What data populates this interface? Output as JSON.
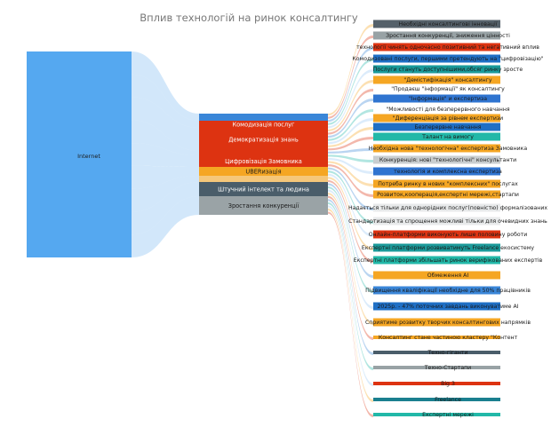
{
  "title": "Вплив технологій на ринок консалтингу",
  "source": {
    "label": "Internet",
    "color": "#55a8f0"
  },
  "middle": [
    {
      "label": "",
      "color": "#3a86d8"
    },
    {
      "label": "Комодизація послуг",
      "color": "#dd3311"
    },
    {
      "label": "Демократизація знань",
      "color": "#dd3311"
    },
    {
      "label": "",
      "color": "#dd3311"
    },
    {
      "label": "Цифровізація Замовника",
      "color": "#dd3311"
    },
    {
      "label": "UBERизація",
      "color": "#f5a623"
    },
    {
      "label": "",
      "color": "#f5c77a"
    },
    {
      "label": "Штучний інтелект та людина",
      "color": "#4a5d6a"
    },
    {
      "label": "Зростання конкуренції",
      "color": "#9aa3a6"
    }
  ],
  "targets": [
    {
      "label": "Необхідні консалтингові інновації",
      "color": "#55616a"
    },
    {
      "label": "Зростання конкуренції, зниження цінності",
      "color": "#98a2a5"
    },
    {
      "label": "технології чинять одночасно позитивний та негативний вплив",
      "color": "#dd3311"
    },
    {
      "label": "Комодизовані послуги, першими претендують на \"цифровізацію\"",
      "color": "#1f6fc5"
    },
    {
      "label": "Послуги стануть доступнішими,обсяг ринку зросте",
      "color": "#1a9a9a"
    },
    {
      "label": "\"Демістифікація\" консалтингу",
      "color": "#f5a623"
    },
    {
      "label": "\"Продаєш \"інформації\" як консалтингу",
      "color": "#ffffff"
    },
    {
      "label": "\"Інформація\" и експертиза",
      "color": "#2f74d0"
    },
    {
      "label": "\"Можливості для безперервного навчання",
      "color": "#ffffff"
    },
    {
      "label": "\"Диференціація за рівнем експертизи",
      "color": "#f5a623"
    },
    {
      "label": "Безперервне навчання",
      "color": "#1f6fc5"
    },
    {
      "label": "Талант на вимогу",
      "color": "#22b8a8"
    },
    {
      "label": "Необхідна нова \"технологічна\" експертиза Замовника",
      "color": "#f5a623"
    },
    {
      "label": "Конкуренція: нові \"технологічні\" консультанти",
      "color": "#c9ced0"
    },
    {
      "label": "технологія и комплексна експертиза",
      "color": "#2f74d0"
    },
    {
      "label": "Потреба ринку в нових \"комплексних\" послугах",
      "color": "#f5a623"
    },
    {
      "label": "Розвиток,кооперація,експертні мережі,стартапи",
      "color": "#f5a623"
    },
    {
      "label": "Надається тільки для однорідних послуг(повністю) формалізованих",
      "color": "#e8eaeb"
    },
    {
      "label": "Стандартизація та спрощення можливі тільки для очевидних знань",
      "color": "#e8eaeb"
    },
    {
      "label": "Онлайн-платформи виконують лише половину роботи",
      "color": "#dd3311"
    },
    {
      "label": "Експертні платформи розвиватимуть Freelance екосистему",
      "color": "#1a9a9a"
    },
    {
      "label": "Експертні платформи збільшать ринок верифікованих експертів",
      "color": "#22b8a8"
    },
    {
      "label": "Обмеження AI",
      "color": "#f5a623"
    },
    {
      "label": "Підвищення кваліфікації необхідне для 50% працівників",
      "color": "#3a86d8"
    },
    {
      "label": "2025р. - 47% поточних завдань виконуватиме AI",
      "color": "#1f6fc5"
    },
    {
      "label": "Сприятиме розвитку творчих консалтингових напрямків",
      "color": "#f5a623"
    },
    {
      "label": "Консалтинг стане частиною кластеру \"Контент",
      "color": "#f5a623"
    },
    {
      "label": "Техно-гіганти",
      "color": "#4a5d6a"
    },
    {
      "label": "Техно-Стартапи",
      "color": "#98a2a5"
    },
    {
      "label": "Big 3",
      "color": "#dd3311"
    },
    {
      "label": "Freelance",
      "color": "#1a7f8f"
    },
    {
      "label": "Експертні мережі",
      "color": "#22b8a8"
    }
  ]
}
